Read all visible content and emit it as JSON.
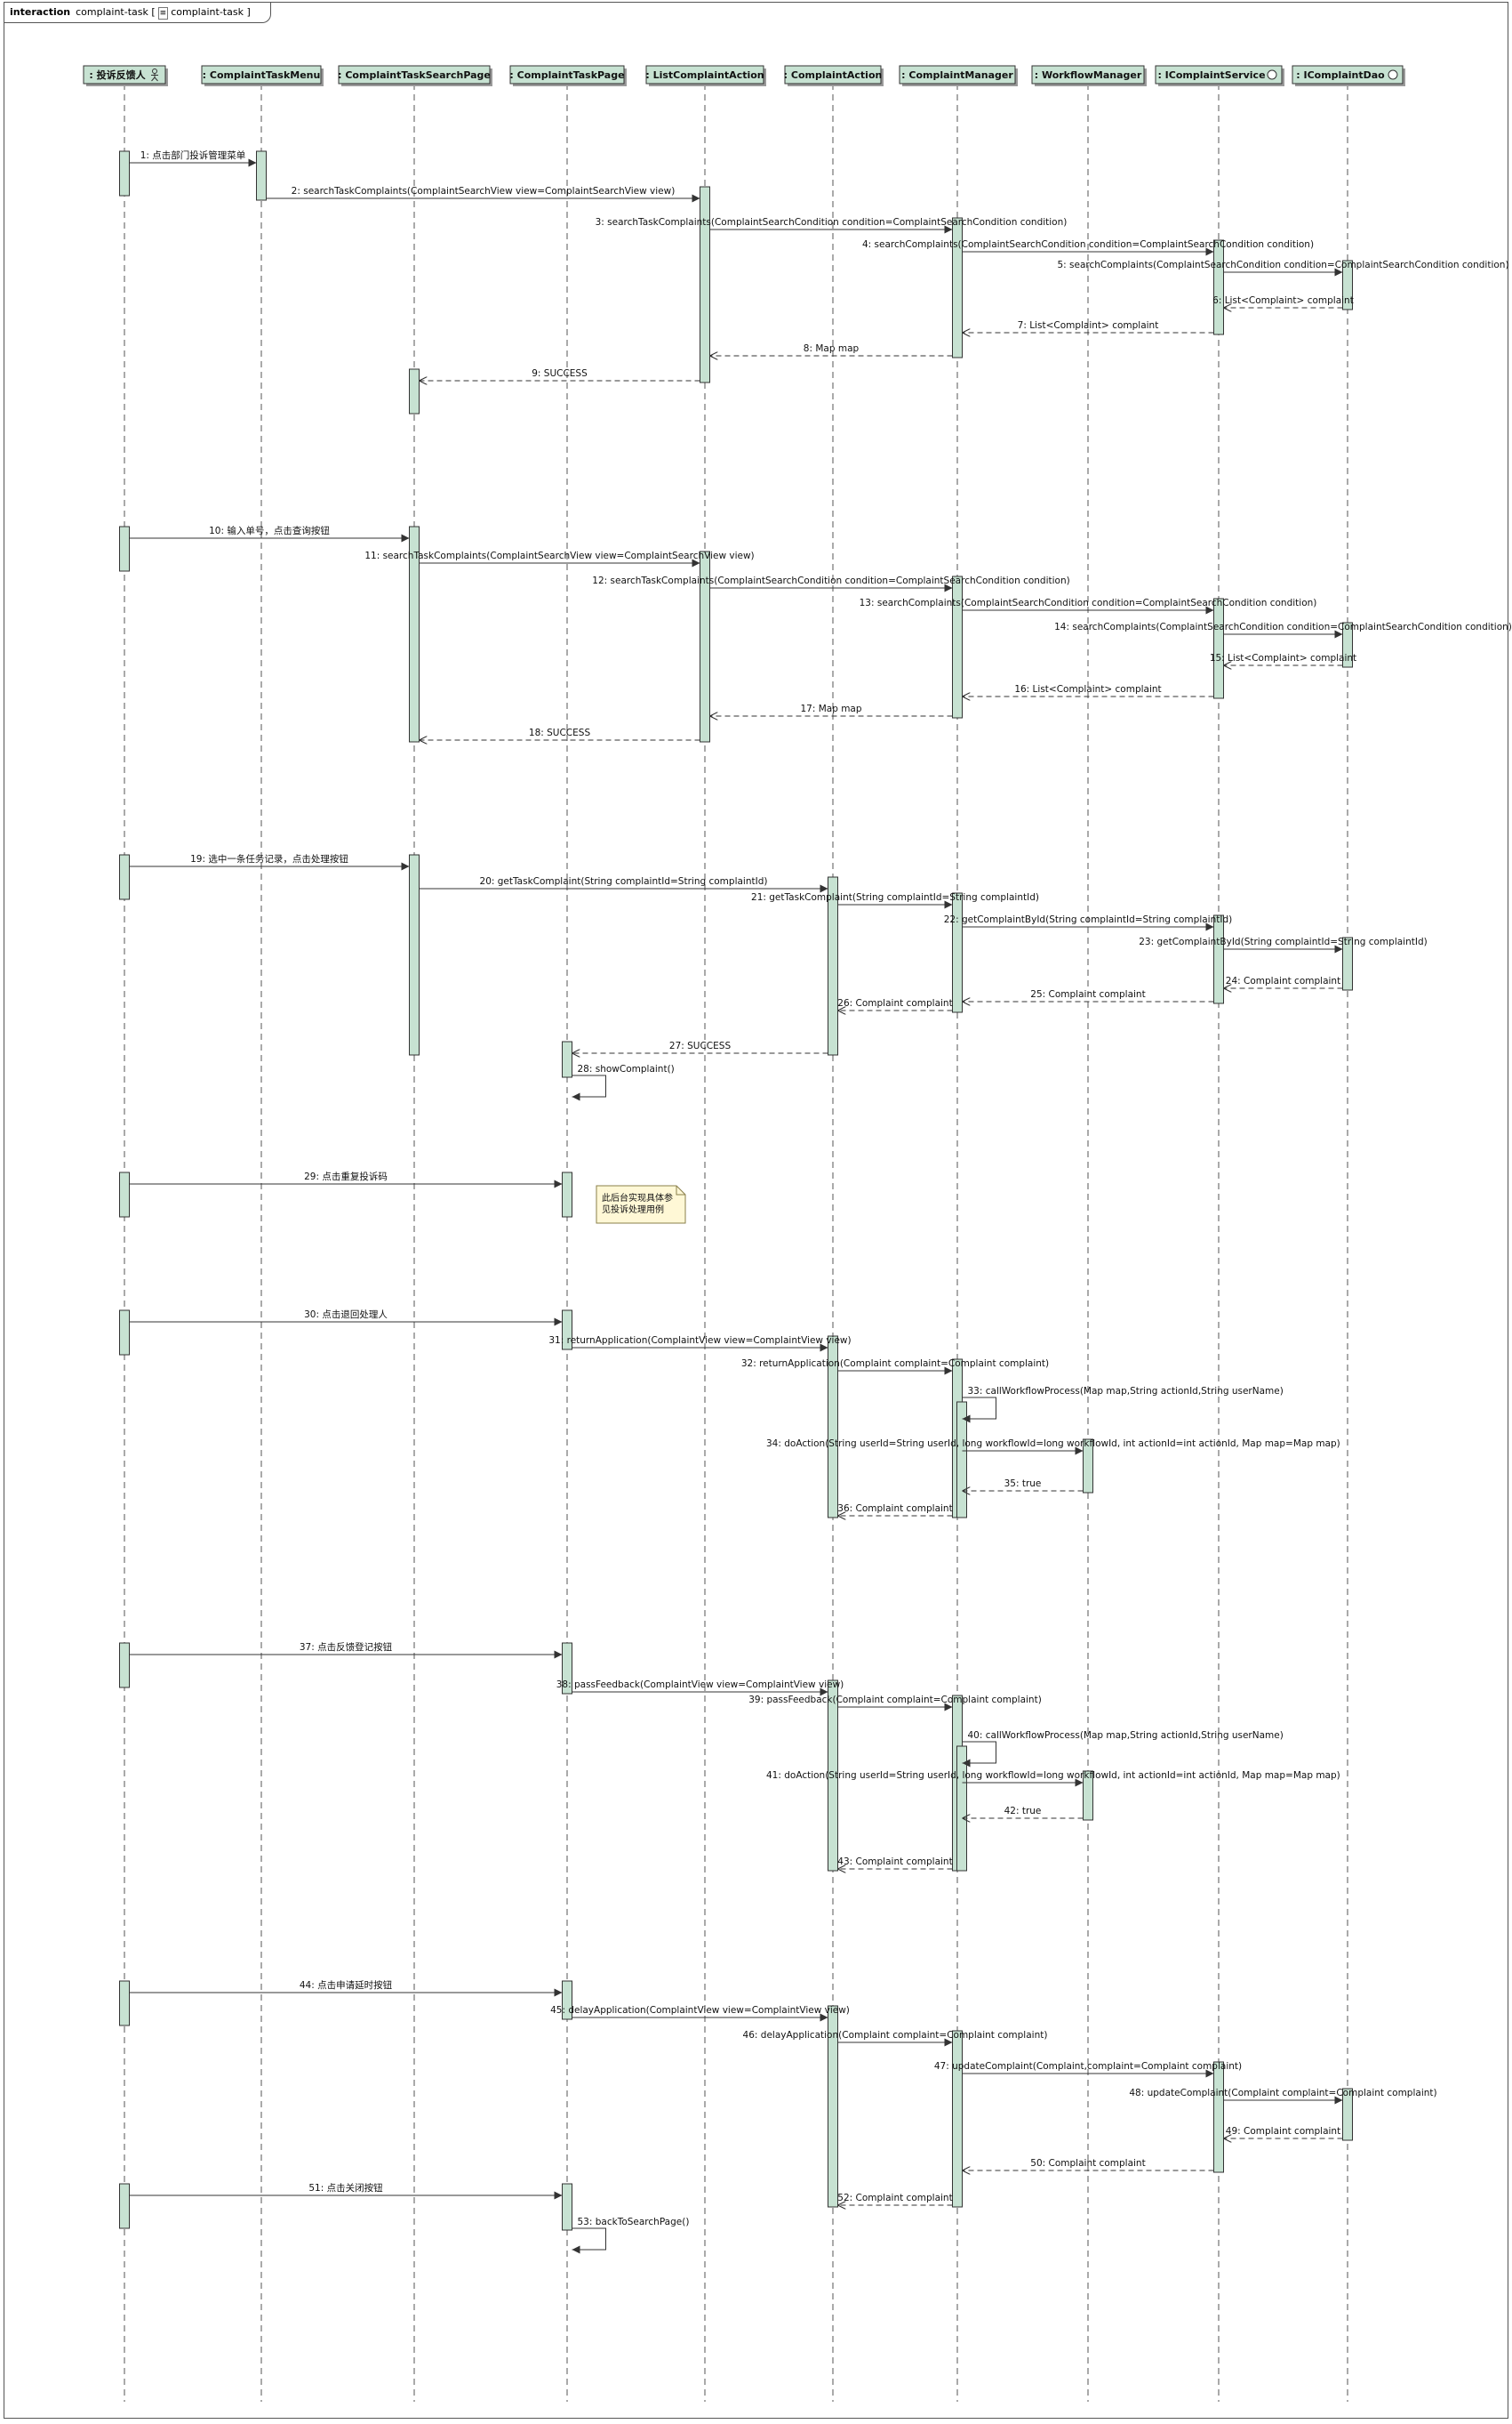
{
  "frame": {
    "keyword": "interaction",
    "name": "complaint-task",
    "ref_open": "[",
    "ref_name": "complaint-task",
    "ref_close": "]"
  },
  "lifelines": [
    {
      "id": "actor",
      "label": ": 投诉反馈人",
      "icon": "actor-icon"
    },
    {
      "id": "menu",
      "label": ": ComplaintTaskMenu"
    },
    {
      "id": "searchpage",
      "label": ": ComplaintTaskSearchPage"
    },
    {
      "id": "taskpage",
      "label": ": ComplaintTaskPage"
    },
    {
      "id": "listaction",
      "label": ": ListComplaintAction"
    },
    {
      "id": "action",
      "label": ": ComplaintAction"
    },
    {
      "id": "manager",
      "label": ": ComplaintManager"
    },
    {
      "id": "workflow",
      "label": ": WorkflowManager"
    },
    {
      "id": "service",
      "label": ": IComplaintService",
      "icon": "interface-icon"
    },
    {
      "id": "dao",
      "label": ": IComplaintDao",
      "icon": "interface-icon"
    }
  ],
  "activations": [
    {
      "life": "actor",
      "from": 1,
      "to": 1
    },
    {
      "life": "menu",
      "from": 1,
      "to": 2
    },
    {
      "life": "listaction",
      "from": 2,
      "to": 9
    },
    {
      "life": "manager",
      "from": 3,
      "to": 8
    },
    {
      "life": "service",
      "from": 4,
      "to": 7
    },
    {
      "life": "dao",
      "from": 5,
      "to": 6
    },
    {
      "life": "searchpage",
      "from": 9,
      "to": 9
    },
    {
      "life": "actor",
      "from": 10,
      "to": 10
    },
    {
      "life": "searchpage",
      "from": 10,
      "to": 18
    },
    {
      "life": "listaction",
      "from": 11,
      "to": 18
    },
    {
      "life": "manager",
      "from": 12,
      "to": 17
    },
    {
      "life": "service",
      "from": 13,
      "to": 16
    },
    {
      "life": "dao",
      "from": 14,
      "to": 15
    },
    {
      "life": "actor",
      "from": 19,
      "to": 19
    },
    {
      "life": "searchpage",
      "from": 19,
      "to": 27
    },
    {
      "life": "action",
      "from": 20,
      "to": 27
    },
    {
      "life": "manager",
      "from": 21,
      "to": 26
    },
    {
      "life": "service",
      "from": 22,
      "to": 25
    },
    {
      "life": "dao",
      "from": 23,
      "to": 24
    },
    {
      "life": "taskpage",
      "from": 27,
      "to": 28
    },
    {
      "life": "actor",
      "from": 29,
      "to": 29
    },
    {
      "life": "taskpage",
      "from": 29,
      "to": 29
    },
    {
      "life": "actor",
      "from": 30,
      "to": 30
    },
    {
      "life": "taskpage",
      "from": 30,
      "to": 31
    },
    {
      "life": "action",
      "from": 31,
      "to": 36
    },
    {
      "life": "manager",
      "from": 32,
      "to": 36
    },
    {
      "life": "manager",
      "from": 33,
      "to": 36,
      "nested": true
    },
    {
      "life": "workflow",
      "from": 34,
      "to": 35
    },
    {
      "life": "actor",
      "from": 37,
      "to": 37
    },
    {
      "life": "taskpage",
      "from": 37,
      "to": 38
    },
    {
      "life": "action",
      "from": 38,
      "to": 43
    },
    {
      "life": "manager",
      "from": 39,
      "to": 43
    },
    {
      "life": "manager",
      "from": 40,
      "to": 43,
      "nested": true
    },
    {
      "life": "workflow",
      "from": 41,
      "to": 42
    },
    {
      "life": "actor",
      "from": 44,
      "to": 44
    },
    {
      "life": "taskpage",
      "from": 44,
      "to": 45
    },
    {
      "life": "action",
      "from": 45,
      "to": 52
    },
    {
      "life": "manager",
      "from": 46,
      "to": 52
    },
    {
      "life": "service",
      "from": 47,
      "to": 50
    },
    {
      "life": "dao",
      "from": 48,
      "to": 49
    },
    {
      "life": "actor",
      "from": 51,
      "to": 51
    },
    {
      "life": "taskpage",
      "from": 51,
      "to": 53
    }
  ],
  "messages": [
    {
      "n": 1,
      "from": "actor",
      "to": "menu",
      "text": "1:  点击部门投诉管理菜单",
      "type": "call"
    },
    {
      "n": 2,
      "from": "menu",
      "to": "listaction",
      "text": "2:  searchTaskComplaints(ComplaintSearchView view=ComplaintSearchView view)",
      "type": "call"
    },
    {
      "n": 3,
      "from": "listaction",
      "to": "manager",
      "text": "3:  searchTaskComplaints(ComplaintSearchCondition condition=ComplaintSearchCondition condition)",
      "type": "call"
    },
    {
      "n": 4,
      "from": "manager",
      "to": "service",
      "text": "4:  searchComplaints(ComplaintSearchCondition condition=ComplaintSearchCondition condition)",
      "type": "call"
    },
    {
      "n": 5,
      "from": "service",
      "to": "dao",
      "text": "5:  searchComplaints(ComplaintSearchCondition condition=ComplaintSearchCondition condition)",
      "type": "call"
    },
    {
      "n": 6,
      "from": "dao",
      "to": "service",
      "text": "6:  List<Complaint> complaint",
      "type": "return"
    },
    {
      "n": 7,
      "from": "service",
      "to": "manager",
      "text": "7:  List<Complaint> complaint",
      "type": "return"
    },
    {
      "n": 8,
      "from": "manager",
      "to": "listaction",
      "text": "8:  Map map",
      "type": "return"
    },
    {
      "n": 9,
      "from": "listaction",
      "to": "searchpage",
      "text": "9:  SUCCESS",
      "type": "return"
    },
    {
      "n": 10,
      "from": "actor",
      "to": "searchpage",
      "text": "10:  输入单号，点击查询按钮",
      "type": "call"
    },
    {
      "n": 11,
      "from": "searchpage",
      "to": "listaction",
      "text": "11:  searchTaskComplaints(ComplaintSearchView view=ComplaintSearchView view)",
      "type": "call"
    },
    {
      "n": 12,
      "from": "listaction",
      "to": "manager",
      "text": "12:  searchTaskComplaints(ComplaintSearchCondition condition=ComplaintSearchCondition condition)",
      "type": "call"
    },
    {
      "n": 13,
      "from": "manager",
      "to": "service",
      "text": "13:  searchComplaints(ComplaintSearchCondition condition=ComplaintSearchCondition condition)",
      "type": "call"
    },
    {
      "n": 14,
      "from": "service",
      "to": "dao",
      "text": "14:  searchComplaints(ComplaintSearchCondition condition=ComplaintSearchCondition condition)",
      "type": "call"
    },
    {
      "n": 15,
      "from": "dao",
      "to": "service",
      "text": "15:  List<Complaint> complaint",
      "type": "return"
    },
    {
      "n": 16,
      "from": "service",
      "to": "manager",
      "text": "16:  List<Complaint> complaint",
      "type": "return"
    },
    {
      "n": 17,
      "from": "manager",
      "to": "listaction",
      "text": "17:  Map map",
      "type": "return"
    },
    {
      "n": 18,
      "from": "listaction",
      "to": "searchpage",
      "text": "18:  SUCCESS",
      "type": "return"
    },
    {
      "n": 19,
      "from": "actor",
      "to": "searchpage",
      "text": "19:  选中一条任务记录，点击处理按钮",
      "type": "call"
    },
    {
      "n": 20,
      "from": "searchpage",
      "to": "action",
      "text": "20:  getTaskComplaint(String complaintId=String complaintId)",
      "type": "call"
    },
    {
      "n": 21,
      "from": "action",
      "to": "manager",
      "text": "21:  getTaskComplaint(String complaintId=String complaintId)",
      "type": "call"
    },
    {
      "n": 22,
      "from": "manager",
      "to": "service",
      "text": "22:  getComplaintById(String complaintId=String complaintId)",
      "type": "call"
    },
    {
      "n": 23,
      "from": "service",
      "to": "dao",
      "text": "23:  getComplaintById(String complaintId=String complaintId)",
      "type": "call"
    },
    {
      "n": 24,
      "from": "dao",
      "to": "service",
      "text": "24:  Complaint complaint",
      "type": "return"
    },
    {
      "n": 25,
      "from": "service",
      "to": "manager",
      "text": "25:  Complaint complaint",
      "type": "return"
    },
    {
      "n": 26,
      "from": "manager",
      "to": "action",
      "text": "26:  Complaint complaint",
      "type": "return"
    },
    {
      "n": 27,
      "from": "action",
      "to": "taskpage",
      "text": "27:  SUCCESS",
      "type": "return"
    },
    {
      "n": 28,
      "from": "taskpage",
      "to": "taskpage",
      "text": "28:  showComplaint()",
      "type": "self"
    },
    {
      "n": 29,
      "from": "actor",
      "to": "taskpage",
      "text": "29:  点击重复投诉码",
      "type": "call"
    },
    {
      "n": 30,
      "from": "actor",
      "to": "taskpage",
      "text": "30:  点击退回处理人",
      "type": "call"
    },
    {
      "n": 31,
      "from": "taskpage",
      "to": "action",
      "text": "31:  returnApplication(ComplaintView view=ComplaintView view)",
      "type": "call"
    },
    {
      "n": 32,
      "from": "action",
      "to": "manager",
      "text": "32:  returnApplication(Complaint complaint=Complaint complaint)",
      "type": "call"
    },
    {
      "n": 33,
      "from": "manager",
      "to": "manager",
      "text": "33:  callWorkflowProcess(Map map,String actionId,String userName)",
      "type": "self"
    },
    {
      "n": 34,
      "from": "manager",
      "to": "workflow",
      "text": "34:  doAction(String userId=String userId, long workflowId=long workflowId, int actionId=int actionId, Map map=Map map)",
      "type": "call",
      "label_anchor": "action"
    },
    {
      "n": 35,
      "from": "workflow",
      "to": "manager",
      "text": "35:  true",
      "type": "return"
    },
    {
      "n": 36,
      "from": "manager",
      "to": "action",
      "text": "36:  Complaint complaint",
      "type": "return"
    },
    {
      "n": 37,
      "from": "actor",
      "to": "taskpage",
      "text": "37:  点击反馈登记按钮",
      "type": "call"
    },
    {
      "n": 38,
      "from": "taskpage",
      "to": "action",
      "text": "38:  passFeedback(ComplaintView view=ComplaintView view)",
      "type": "call"
    },
    {
      "n": 39,
      "from": "action",
      "to": "manager",
      "text": "39:  passFeedback(Complaint complaint=Complaint complaint)",
      "type": "call"
    },
    {
      "n": 40,
      "from": "manager",
      "to": "manager",
      "text": "40:  callWorkflowProcess(Map map,String actionId,String userName)",
      "type": "self"
    },
    {
      "n": 41,
      "from": "manager",
      "to": "workflow",
      "text": "41:  doAction(String userId=String userId, long workflowId=long workflowId, int actionId=int actionId, Map map=Map map)",
      "type": "call",
      "label_anchor": "action"
    },
    {
      "n": 42,
      "from": "workflow",
      "to": "manager",
      "text": "42:  true",
      "type": "return"
    },
    {
      "n": 43,
      "from": "manager",
      "to": "action",
      "text": "43:  Complaint complaint",
      "type": "return"
    },
    {
      "n": 44,
      "from": "actor",
      "to": "taskpage",
      "text": "44:  点击申请延时按钮",
      "type": "call"
    },
    {
      "n": 45,
      "from": "taskpage",
      "to": "action",
      "text": "45:  delayApplication(ComplaintView view=ComplaintView view)",
      "type": "call"
    },
    {
      "n": 46,
      "from": "action",
      "to": "manager",
      "text": "46:  delayApplication(Complaint complaint=Complaint complaint)",
      "type": "call"
    },
    {
      "n": 47,
      "from": "manager",
      "to": "service",
      "text": "47:  updateComplaint(Complaint,complaint=Complaint complaint)",
      "type": "call"
    },
    {
      "n": 48,
      "from": "service",
      "to": "dao",
      "text": "48:  updateComplaint(Complaint complaint=Complaint complaint)",
      "type": "call"
    },
    {
      "n": 49,
      "from": "dao",
      "to": "service",
      "text": "49:  Complaint complaint",
      "type": "return"
    },
    {
      "n": 50,
      "from": "service",
      "to": "manager",
      "text": "50:  Complaint complaint",
      "type": "return"
    },
    {
      "n": 51,
      "from": "actor",
      "to": "taskpage",
      "text": "51:  点击关闭按钮",
      "type": "call"
    },
    {
      "n": 52,
      "from": "manager",
      "to": "action",
      "text": "52:  Complaint complaint",
      "type": "return"
    },
    {
      "n": 53,
      "from": "taskpage",
      "to": "taskpage",
      "text": "53:  backToSearchPage()",
      "type": "self"
    }
  ],
  "notes": [
    {
      "after_message": 29,
      "life": "taskpage",
      "lines": [
        "此后台实现具体参",
        "见投诉处理用例"
      ]
    }
  ],
  "colors": {
    "activation_fill": "#c7e2d2",
    "header_fill": "#c7e2d2",
    "note_fill": "#fff8d6",
    "line": "#333333"
  }
}
